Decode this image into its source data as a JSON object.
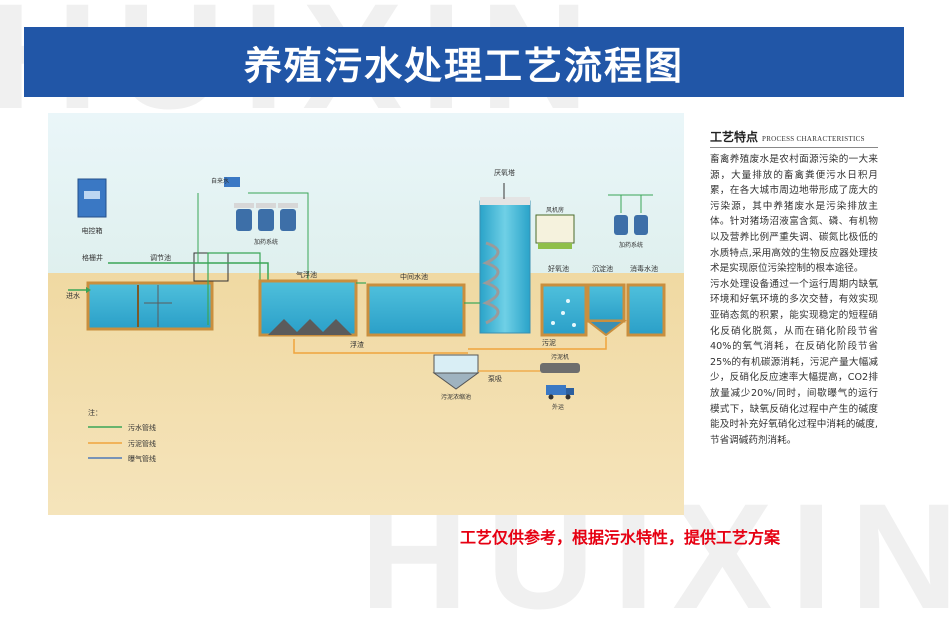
{
  "watermark": "HUIXIN",
  "title": "养殖污水处理工艺流程图",
  "diagram": {
    "labels": {
      "control_box": "电控箱",
      "screen_well": "格栅井",
      "inlet": "进水",
      "regulating_tank": "调节池",
      "flowmeter": "自来水",
      "dosing1": "加药系统",
      "air_flotation": "气浮池",
      "intermediate": "中间水池",
      "anaerobic": "厌氧塔",
      "blower": "风机房",
      "aerobic": "好氧池",
      "settling": "沉淀池",
      "disinfection": "消毒水池",
      "dosing2": "加药系统",
      "scum": "浮渣",
      "sludge_tank": "污泥浓缩池",
      "sludge_pump": "泵吸",
      "sludge_return": "污泥",
      "sludge_machine": "污泥机",
      "truck": "外运"
    },
    "legend": {
      "title": "注：",
      "items": [
        {
          "label": "污水管线",
          "color": "#3aa657"
        },
        {
          "label": "污泥管线",
          "color": "#f0a43c"
        },
        {
          "label": "曝气管线",
          "color": "#4f79b8"
        }
      ]
    }
  },
  "features": {
    "title": "工艺特点",
    "title_en": "PROCESS CHARACTERISTICS",
    "paragraphs": [
      "畜禽养殖废水是农村面源污染的一大来源，大量排放的畜禽粪便污水日积月累，在各大城市周边地带形成了庞大的污染源，其中养猪废水是污染排放主体。针对猪场沼液富含氮、磷、有机物以及营养比例严重失调、碳氮比极低的水质特点,采用高效的生物反应器处理技术是实现原位污染控制的根本途径。",
      "污水处理设备通过一个运行周期内缺氧环境和好氧环境的多次交替，有效实现亚硝态氮的积累，能实现稳定的短程硝化反硝化脱氮，从而在硝化阶段节省40%的氧气消耗，在反硝化阶段节省25%的有机碳源消耗，污泥产量大幅减少，反硝化反应速率大幅提高，CO2排放量减少20%/同时，间歇曝气的运行模式下，缺氧反硝化过程中产生的碱度能及时补充好氧硝化过程中消耗的碱度,节省调碱药剂消耗。"
    ]
  },
  "bottom_note": "工艺仅供参考，根据污水特性，提供工艺方案"
}
